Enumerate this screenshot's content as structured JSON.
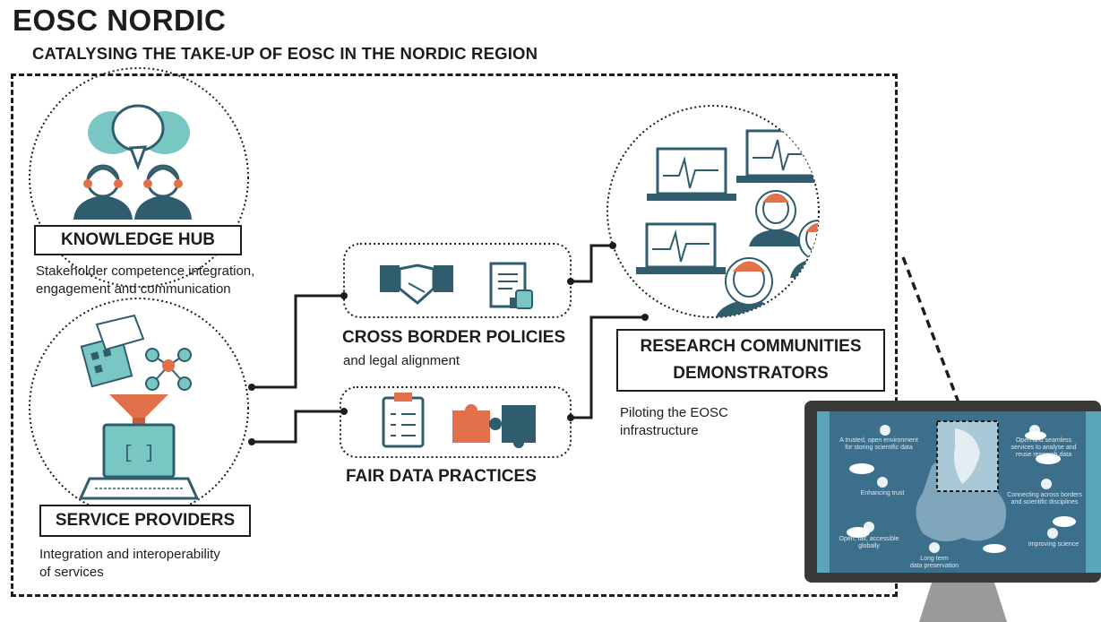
{
  "header": {
    "title": "EOSC NORDIC",
    "subtitle": "CATALYSING THE TAKE-UP OF EOSC IN THE NORDIC REGION"
  },
  "knowledge_hub": {
    "label": "KNOWLEDGE HUB",
    "description_line1": "Stakeholder competence integration,",
    "description_line2": "engagement and communication"
  },
  "service_providers": {
    "label": "SERVICE PROVIDERS",
    "description_line1": "Integration and interoperability",
    "description_line2": "of services"
  },
  "cross_border": {
    "label": "CROSS BORDER POLICIES",
    "description": "and legal alignment"
  },
  "fair_data": {
    "label": "FAIR DATA PRACTICES"
  },
  "research_communities": {
    "label_line1": "RESEARCH COMMUNITIES",
    "label_line2": "DEMONSTRATORS",
    "description_line1": "Piloting the EOSC",
    "description_line2": "infrastructure"
  },
  "monitor_screen": {
    "text1_line1": "A trusted, open environment",
    "text1_line2": "for storing scientific data",
    "text2_line1": "Open and seamless",
    "text2_line2": "services to analyse and",
    "text2_line3": "reuse research data",
    "text3": "Enhancing trust",
    "text4_line1": "Connecting across borders",
    "text4_line2": "and scientific disciplines",
    "text5_line1": "Open, fair, accessible",
    "text5_line2": "globally",
    "text6": "Improving science",
    "text7_line1": "Long term",
    "text7_line2": "data preservation"
  },
  "icons": [
    "headset-person-icon",
    "speech-bubble-icon",
    "database-icon",
    "network-icon",
    "funnel-icon",
    "laptop-icon",
    "handshake-icon",
    "document-thumbs-up-icon",
    "checklist-clipboard-icon",
    "puzzle-icon",
    "chart-monitor-icon",
    "researcher-icon",
    "map-europe-icon",
    "cloud-icon"
  ],
  "colors": {
    "teal_dark": "#2f5d6e",
    "teal_light": "#79c7c3",
    "orange": "#e2704b",
    "screen_blue": "#3c6f8c",
    "frame": "#1d1d1b"
  }
}
